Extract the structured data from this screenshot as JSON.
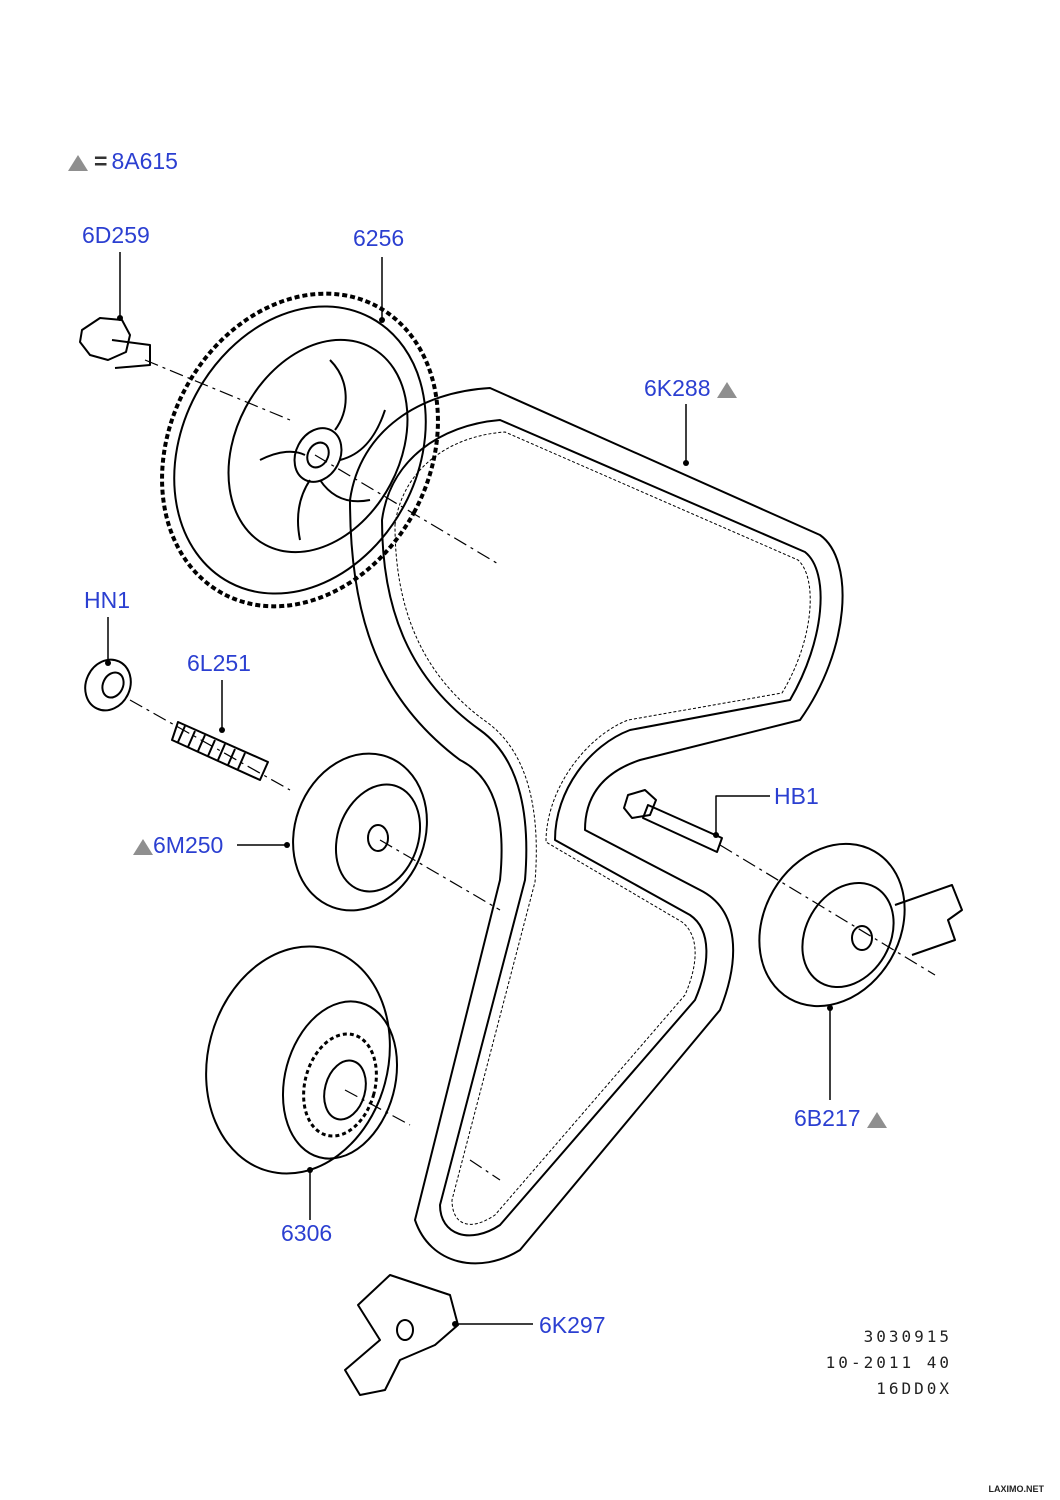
{
  "legend": {
    "symbol": "triangle-icon",
    "equals": "=",
    "code": "8A615"
  },
  "parts": [
    {
      "id": "6D259",
      "marked": false
    },
    {
      "id": "6256",
      "marked": false
    },
    {
      "id": "6K288",
      "marked": true
    },
    {
      "id": "HN1",
      "marked": false
    },
    {
      "id": "6L251",
      "marked": false
    },
    {
      "id": "6M250",
      "marked": true
    },
    {
      "id": "HB1",
      "marked": false
    },
    {
      "id": "6B217",
      "marked": true
    },
    {
      "id": "6306",
      "marked": false
    },
    {
      "id": "6K297",
      "marked": false
    }
  ],
  "footer_code": {
    "line1": "3030915",
    "line2": "10-2011 40",
    "line3": "16DD0X"
  },
  "watermark": "LAXIMO.NET",
  "colors": {
    "label": "#2b3fd1",
    "line": "#000000",
    "triangle": "#8f8f8f"
  }
}
